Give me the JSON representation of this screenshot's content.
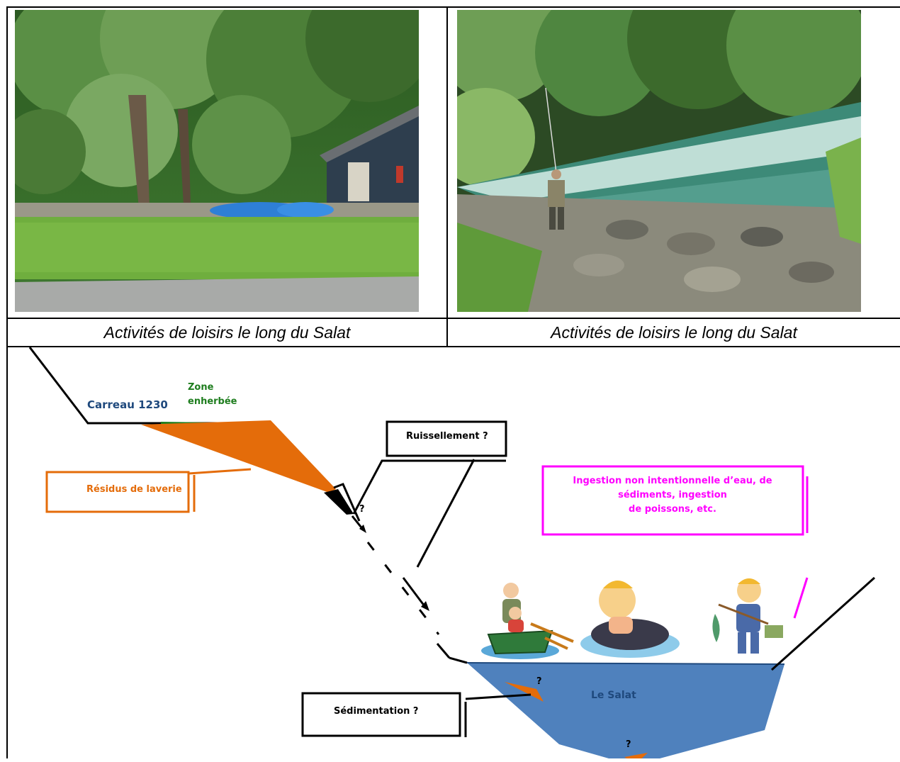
{
  "captions": {
    "left": "Activités de loisirs le long du Salat",
    "right": "Activités de loisirs le long du Salat"
  },
  "photos": {
    "left": "photo-riverside-campsite",
    "right": "photo-fly-fisherman-river"
  },
  "diagram": {
    "carreau_label": "Carreau 1230",
    "zone_label_line1": "Zone",
    "zone_label_line2": "enherbée",
    "residus_label": "Résidus de laverie",
    "ruissellement_label": "Ruissellement ?",
    "ingestion_line1": "Ingestion non intentionnelle d’eau, de",
    "ingestion_line2": "sédiments, ingestion",
    "ingestion_line3": "de poissons, etc.",
    "sedimentation_label": "Sédimentation ?",
    "river_label": "Le Salat",
    "q1": "?",
    "q2": "?",
    "q3": "?"
  },
  "colors": {
    "tailings": "#E46C0A",
    "grass": "#1E7D1E",
    "river": "#4F81BD",
    "carreau_text": "#1F497D",
    "magenta": "#FF00FF"
  }
}
